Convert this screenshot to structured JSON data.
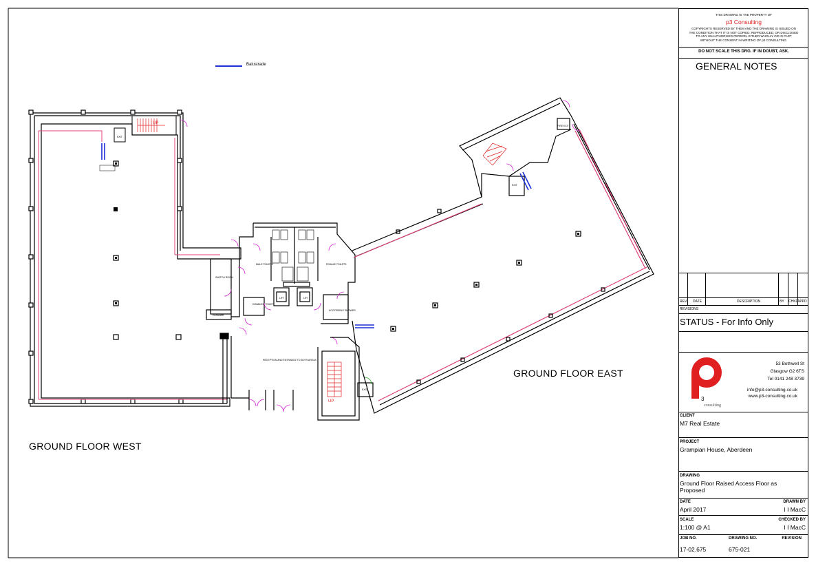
{
  "title_block": {
    "property_line": "THIS DRAWING IS THE PROPERTY OF",
    "company": "p3 Consulting",
    "copyright": "COPYRIGHTS RESERVED BY THEM AND THE DRAWING IS ISSUED ON THE CONDITION THAT IT IS NOT COPIED, REPRODUCED, OR DISCLOSED TO ANY UNAUTHORISED PERSON, EITHER WHOLLY OR IN PART WITHOUT THE CONSENT IN WRITING OF p3 CONSULTING.",
    "do_not_scale": "DO NOT SCALE THIS DRG. IF IN DOUBT, ASK.",
    "general_notes": "GENERAL NOTES",
    "revision_headers": [
      "REV.",
      "DATE",
      "DESCRIPTION",
      "BY",
      "CHKD",
      "APPD"
    ],
    "revisions_label": "REVISIONS",
    "status": "STATUS - For Info Only",
    "address": [
      "53 Bothwell St",
      "Glasgow G2 6TS",
      "Tel 0141 248 3739"
    ],
    "contact": [
      "info@p3-consulting.co.uk",
      "www.p3-consulting.co.uk"
    ],
    "logo_text": "consulting",
    "client_label": "CLIENT",
    "client": "M7 Real Estate",
    "project_label": "PROJECT",
    "project": "Grampian House, Aberdeen",
    "drawing_label": "DRAWING",
    "drawing": "Ground Floor Raised Access Floor as Proposed",
    "date_label": "DATE",
    "date": "April 2017",
    "drawn_by_label": "DRAWN BY",
    "drawn_by": "I I MacC",
    "scale_label": "SCALE",
    "scale": "1:100 @ A1",
    "checked_by_label": "CHECKED BY",
    "checked_by": "I I MacC",
    "job_no_label": "JOB NO.",
    "job_no": "17-02.675",
    "drawing_no_label": "DRAWING NO.",
    "drawing_no": "675-021",
    "revision_label": "REVISION"
  },
  "plan": {
    "legend_balustrade": "Balustrade",
    "ground_floor_west": "GROUND FLOOR WEST",
    "ground_floor_east": "GROUND FLOOR EAST",
    "rooms": {
      "male_toilets": "MALE TOILETS",
      "female_toilets": "FEMALE TOILETS",
      "switch_room": "SWITCH ROOM",
      "cleaner": "CLEANER",
      "disabled_toilet": "DISABLED TOILET",
      "lift_1": "LIFT",
      "lift_2": "LIFT",
      "accessible_shower": "ACCESSIBLE SHOWER",
      "reception": "RECEPTION AND ENTRANCE TO BOTH AREAS",
      "exit_west": "EXIT",
      "exit_south": "EXIT",
      "fire_exit": "FIRE EXIT",
      "exit_east": "EXIT",
      "up_west": "UP",
      "up_south": "UP"
    }
  },
  "colors": {
    "wall": "#000000",
    "balustrade": "#1a2fd6",
    "raised_floor_edge": "#e0407a",
    "stair_red": "#e02020",
    "door_magenta": "#d020d0"
  }
}
